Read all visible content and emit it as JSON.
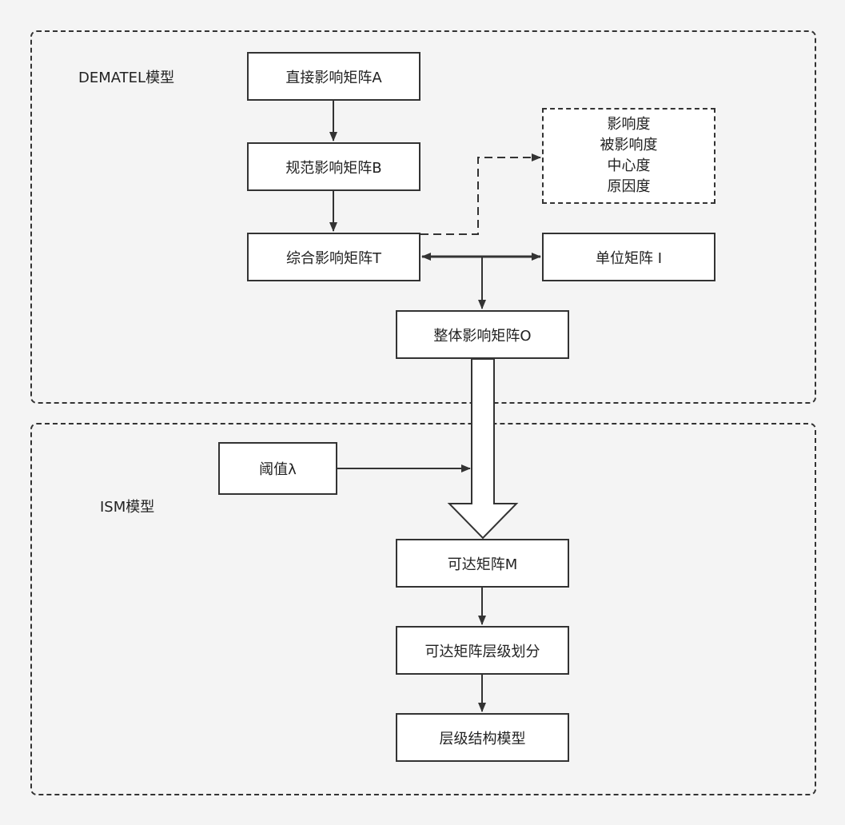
{
  "groups": {
    "dematel": {
      "label": "DEMATEL模型"
    },
    "ism": {
      "label": "ISM模型"
    }
  },
  "nodes": {
    "direct_matrix": "直接影响矩阵A",
    "normalized_matrix": "规范影响矩阵B",
    "total_matrix": "综合影响矩阵T",
    "identity_matrix": "单位矩阵 I",
    "overall_matrix": "整体影响矩阵O",
    "metrics": [
      "影响度",
      "被影响度",
      "中心度",
      "原因度"
    ],
    "threshold": "阈值λ",
    "reachability_matrix": "可达矩阵M",
    "level_partition": "可达矩阵层级划分",
    "hierarchy_model": "层级结构模型"
  },
  "colors": {
    "stroke": "#333333",
    "node_fill": "#ffffff",
    "background": "#f4f4f4"
  }
}
